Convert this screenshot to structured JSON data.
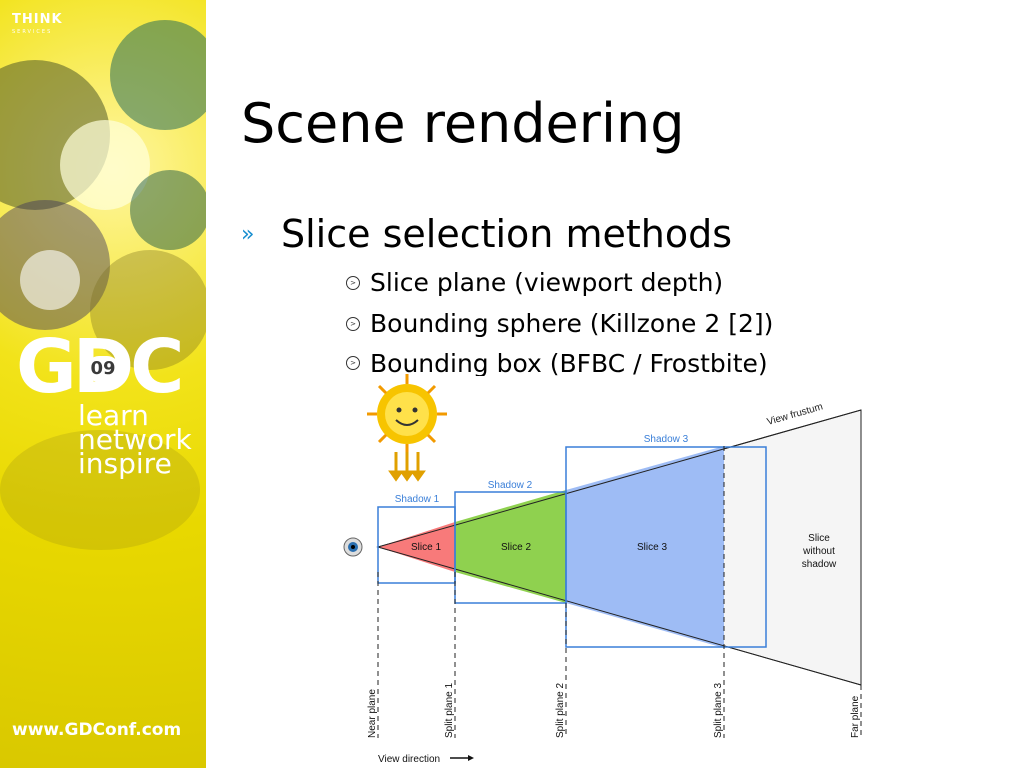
{
  "sidebar": {
    "brand": "THINK",
    "brand_sub": "SERVICES",
    "event_logo": "GDC",
    "event_year": "09",
    "tagline": [
      "learn",
      "network",
      "inspire"
    ],
    "url": "www.GDConf.com"
  },
  "slide": {
    "title": "Scene rendering",
    "bullet": "Slice selection methods",
    "sub_bullets": [
      "Slice plane (viewport depth)",
      "Bounding sphere (Killzone 2 [2])",
      "Bounding box (BFBC / Frostbite)"
    ]
  },
  "diagram": {
    "frustum_label": "View frustum",
    "shadows": [
      "Shadow 1",
      "Shadow 2",
      "Shadow 3"
    ],
    "slices": [
      "Slice 1",
      "Slice 2",
      "Slice 3"
    ],
    "unshadowed_slice": [
      "Slice",
      "without",
      "shadow"
    ],
    "planes": [
      "Near plane",
      "Split plane 1",
      "Split plane 2",
      "Split plane 3",
      "Far plane"
    ],
    "view_direction": "View direction",
    "colors": {
      "slice1": "#f87a7a",
      "slice2": "#8fd14f",
      "slice3": "#9ebcf5",
      "shadow_border": "#3a7fd8",
      "frustum_fill": "#f5f5f5"
    }
  }
}
